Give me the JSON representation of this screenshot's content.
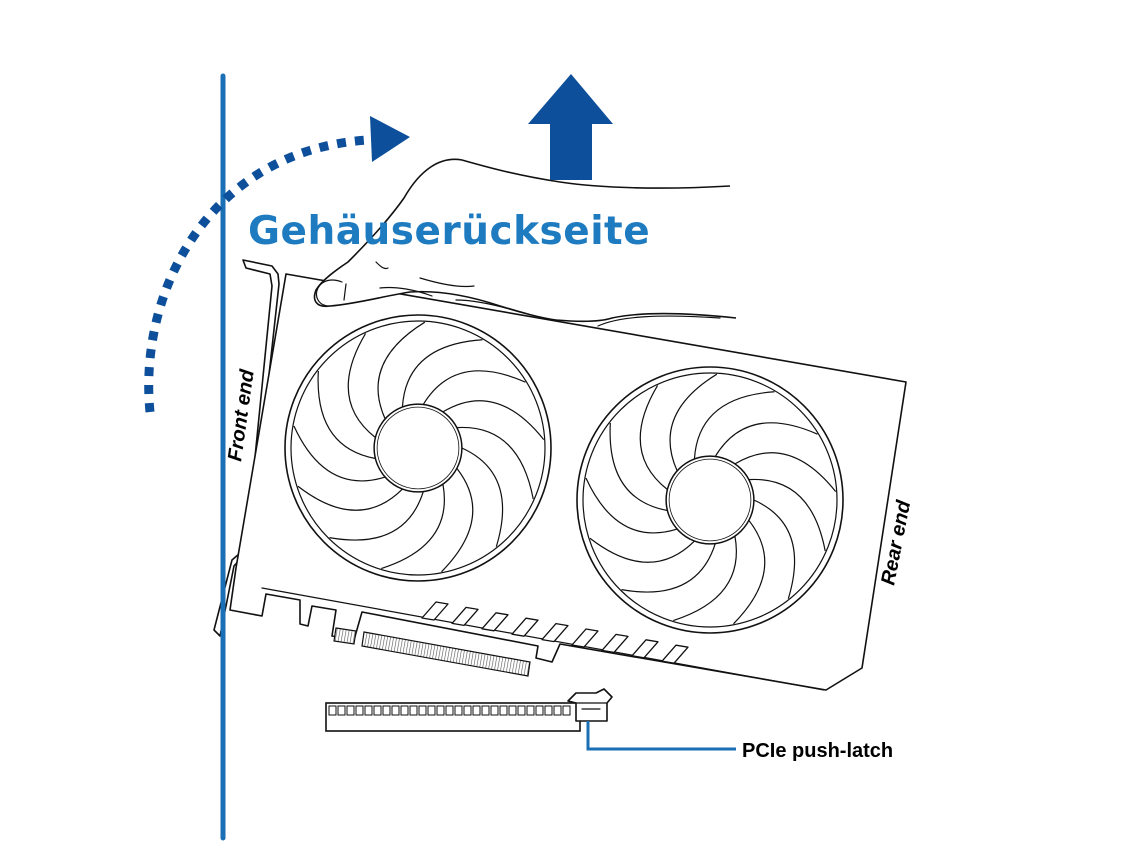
{
  "title": "Gehäuserückseite",
  "labels": {
    "front_end": "Front end",
    "rear_end": "Rear end",
    "latch": "PCIe push-latch"
  },
  "colors": {
    "accent": "#1a6fb5",
    "arrow": "#0d4f9a",
    "title": "#1e7bc0",
    "ink": "#111111"
  },
  "icons": {
    "rotate": "dotted-curved-arrow-icon",
    "lift": "up-arrow-icon",
    "hand": "hand-icon",
    "fan": "fan-icon"
  }
}
